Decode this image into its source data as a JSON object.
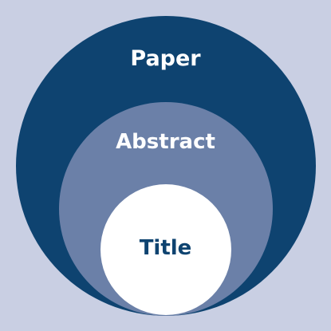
{
  "diagram": {
    "colors": {
      "background": "#c9cfe3",
      "outer_circle": "#0e4370",
      "middle_circle": "#6b80a8",
      "inner_circle": "#ffffff",
      "light_text": "#ffffff",
      "dark_text": "#0e4370"
    },
    "circles": [
      {
        "name": "paper",
        "label": "Paper"
      },
      {
        "name": "abstract",
        "label": "Abstract"
      },
      {
        "name": "title",
        "label": "Title"
      }
    ]
  }
}
